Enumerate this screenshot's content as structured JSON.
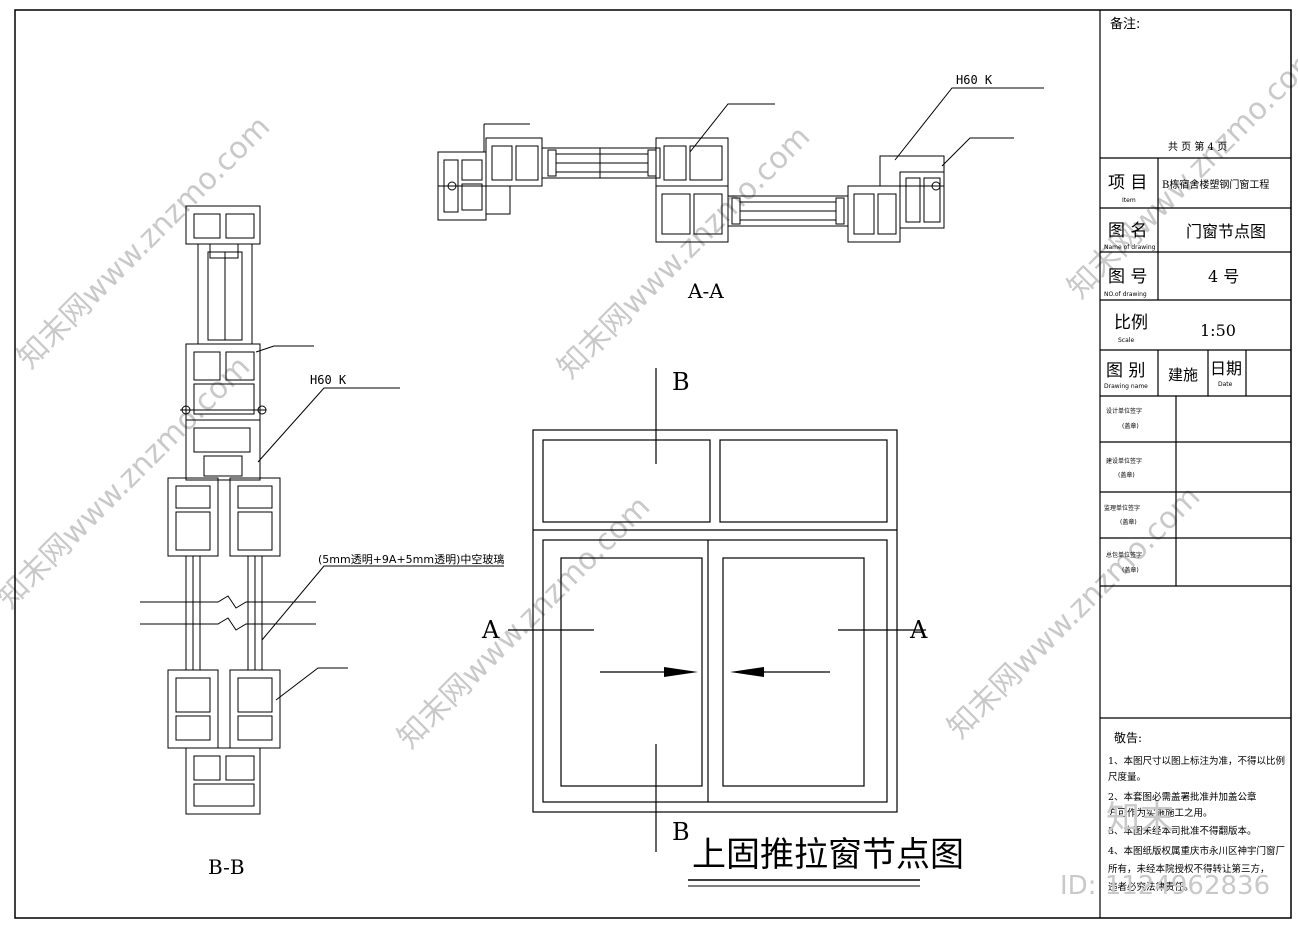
{
  "sections": {
    "aa_label": "A-A",
    "bb_label": "B-B",
    "h60k_top": "H60 K",
    "h60k_left": "H60 K",
    "glass_note": "(5mm透明+9A+5mm透明)中空玻璃",
    "marker_a_left": "A",
    "marker_a_right": "A",
    "marker_b_top": "B",
    "marker_b_bottom": "B",
    "drawing_title": "上固推拉窗节点图"
  },
  "title_block": {
    "remarks_label": "备注:",
    "sheet_info": "共  页  第 4 页",
    "project_label": "项  目",
    "project_label_en": "Item",
    "project_value": "B栋宿舍楼塑钢门窗工程",
    "drawing_name_label": "图  名",
    "drawing_name_label_en": "Name of drawing",
    "drawing_name_value": "门窗节点图",
    "drawing_no_label": "图  号",
    "drawing_no_label_en": "NO.of drawing",
    "drawing_no_value": "4 号",
    "scale_label": "比例",
    "scale_label_en": "Scale",
    "scale_value": "1:50",
    "category_label": "图  别",
    "category_label_en": "Drawing name",
    "category_value": "建施",
    "date_label": "日期",
    "date_label_en": "Date",
    "sign_rows": [
      {
        "line1": "设计单位签字",
        "line2": "(盖章)"
      },
      {
        "line1": "建设单位签字",
        "line2": "(盖章)"
      },
      {
        "line1": "监理单位签字",
        "line2": "(盖章)"
      },
      {
        "line1": "总包单位签字",
        "line2": "(盖章)"
      }
    ],
    "notice_title": "敬告:",
    "notice_lines": [
      "1、本图尺寸以图上标注为准，不得以比例",
      "   尺度量。",
      "2、本套图必需盖署批准并加盖公章",
      "   方可作为实施施工之用。",
      "3、本图未经本司批准不得翻版本。",
      "4、本图纸版权属重庆市永川区神宇门窗厂",
      "   所有，未经本院授权不得转让第三方，",
      "   违者必究法律责任。"
    ]
  },
  "watermark": {
    "text": "知末网www.znzmo.com",
    "id_text": "ID: 1124962836",
    "logo_text": "知末"
  }
}
